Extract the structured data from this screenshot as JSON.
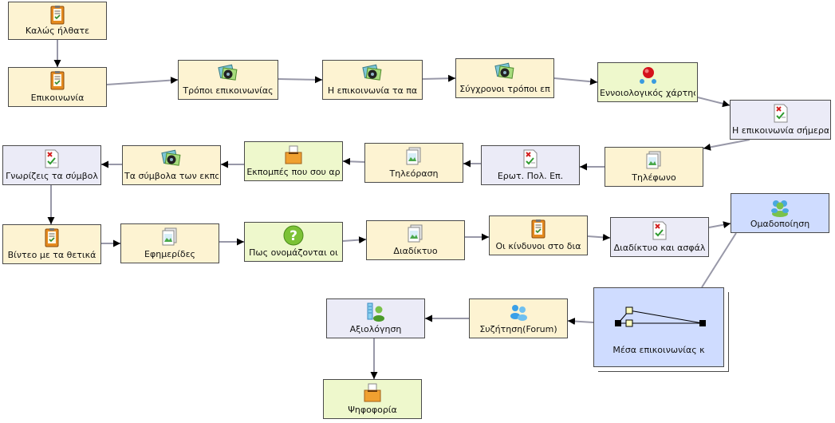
{
  "colors": {
    "yellow": "#fdf3d2",
    "lavender": "#ebebf7",
    "green": "#eef8cc",
    "blue": "#cfdcff",
    "edge": "#9898a8",
    "arrow": "#000000"
  },
  "nodes": [
    {
      "id": "n1",
      "label": "Καλώς ήλθατε",
      "icon": "document-clipboard-icon",
      "color": "yellow"
    },
    {
      "id": "n2",
      "label": "Επικοινωνία",
      "icon": "document-clipboard-icon",
      "color": "yellow"
    },
    {
      "id": "n3",
      "label": "Τρόποι επικοινωνίας",
      "icon": "media-slides-icon",
      "color": "yellow"
    },
    {
      "id": "n4",
      "label": "Η επικοινωνία τα πα",
      "icon": "media-slides-icon",
      "color": "yellow"
    },
    {
      "id": "n5",
      "label": "Σύγχρονοι τρόποι επ",
      "icon": "media-slides-icon",
      "color": "yellow"
    },
    {
      "id": "n6",
      "label": "Εννοιολογικός χάρτης",
      "icon": "concept-map-icon",
      "color": "green"
    },
    {
      "id": "n7",
      "label": "Η επικοινωνία σήμερα",
      "icon": "quiz-check-icon",
      "color": "lavender"
    },
    {
      "id": "n8",
      "label": "Τηλέφωνο",
      "icon": "image-file-icon",
      "color": "yellow"
    },
    {
      "id": "n9",
      "label": "Ερωτ. Πολ. Επ.",
      "icon": "quiz-check-icon",
      "color": "lavender"
    },
    {
      "id": "n10",
      "label": "Τηλεόραση",
      "icon": "image-file-icon",
      "color": "yellow"
    },
    {
      "id": "n11",
      "label": "Εκπομπές που σου αρ",
      "icon": "ballot-box-icon",
      "color": "green"
    },
    {
      "id": "n12",
      "label": "Τα σύμβολα των εκπο",
      "icon": "media-slides-icon",
      "color": "yellow"
    },
    {
      "id": "n13",
      "label": "Γνωρίζεις τα σύμβολ",
      "icon": "quiz-check-icon",
      "color": "lavender"
    },
    {
      "id": "n14",
      "label": "Βίντεο με τα θετικά",
      "icon": "document-clipboard-icon",
      "color": "yellow"
    },
    {
      "id": "n15",
      "label": "Εφημερίδες",
      "icon": "image-file-icon",
      "color": "yellow"
    },
    {
      "id": "n16",
      "label": "Πως ονομάζονται οι",
      "icon": "question-mark-icon",
      "color": "green"
    },
    {
      "id": "n17",
      "label": "Διαδίκτυο",
      "icon": "image-file-icon",
      "color": "yellow"
    },
    {
      "id": "n18",
      "label": "Οι κίνδυνοι στο δια",
      "icon": "document-clipboard-icon",
      "color": "yellow"
    },
    {
      "id": "n19",
      "label": "Διαδίκτυο και ασφάλ",
      "icon": "quiz-check-icon",
      "color": "lavender"
    },
    {
      "id": "n20",
      "label": "Ομαδοποίηση",
      "icon": "group-users-icon",
      "color": "blue"
    },
    {
      "id": "n21",
      "label": "Μέσα επικοινωνίας κ",
      "icon": "subgraph-preview-icon",
      "color": "blue"
    },
    {
      "id": "n22",
      "label": "Συζήτηση(Forum)",
      "icon": "forum-users-icon",
      "color": "yellow"
    },
    {
      "id": "n23",
      "label": "Αξιολόγηση",
      "icon": "assessment-user-icon",
      "color": "lavender"
    },
    {
      "id": "n24",
      "label": "Ψηφοφορία",
      "icon": "ballot-box-icon",
      "color": "green"
    }
  ],
  "edges": [
    [
      "n1",
      "n2"
    ],
    [
      "n2",
      "n3"
    ],
    [
      "n3",
      "n4"
    ],
    [
      "n4",
      "n5"
    ],
    [
      "n5",
      "n6"
    ],
    [
      "n6",
      "n7"
    ],
    [
      "n7",
      "n8"
    ],
    [
      "n8",
      "n9"
    ],
    [
      "n9",
      "n10"
    ],
    [
      "n10",
      "n11"
    ],
    [
      "n11",
      "n12"
    ],
    [
      "n12",
      "n13"
    ],
    [
      "n13",
      "n14"
    ],
    [
      "n14",
      "n15"
    ],
    [
      "n15",
      "n16"
    ],
    [
      "n16",
      "n17"
    ],
    [
      "n17",
      "n18"
    ],
    [
      "n18",
      "n19"
    ],
    [
      "n19",
      "n20"
    ],
    [
      "n20",
      "n21"
    ],
    [
      "n21",
      "n22"
    ],
    [
      "n22",
      "n23"
    ],
    [
      "n23",
      "n24"
    ]
  ]
}
